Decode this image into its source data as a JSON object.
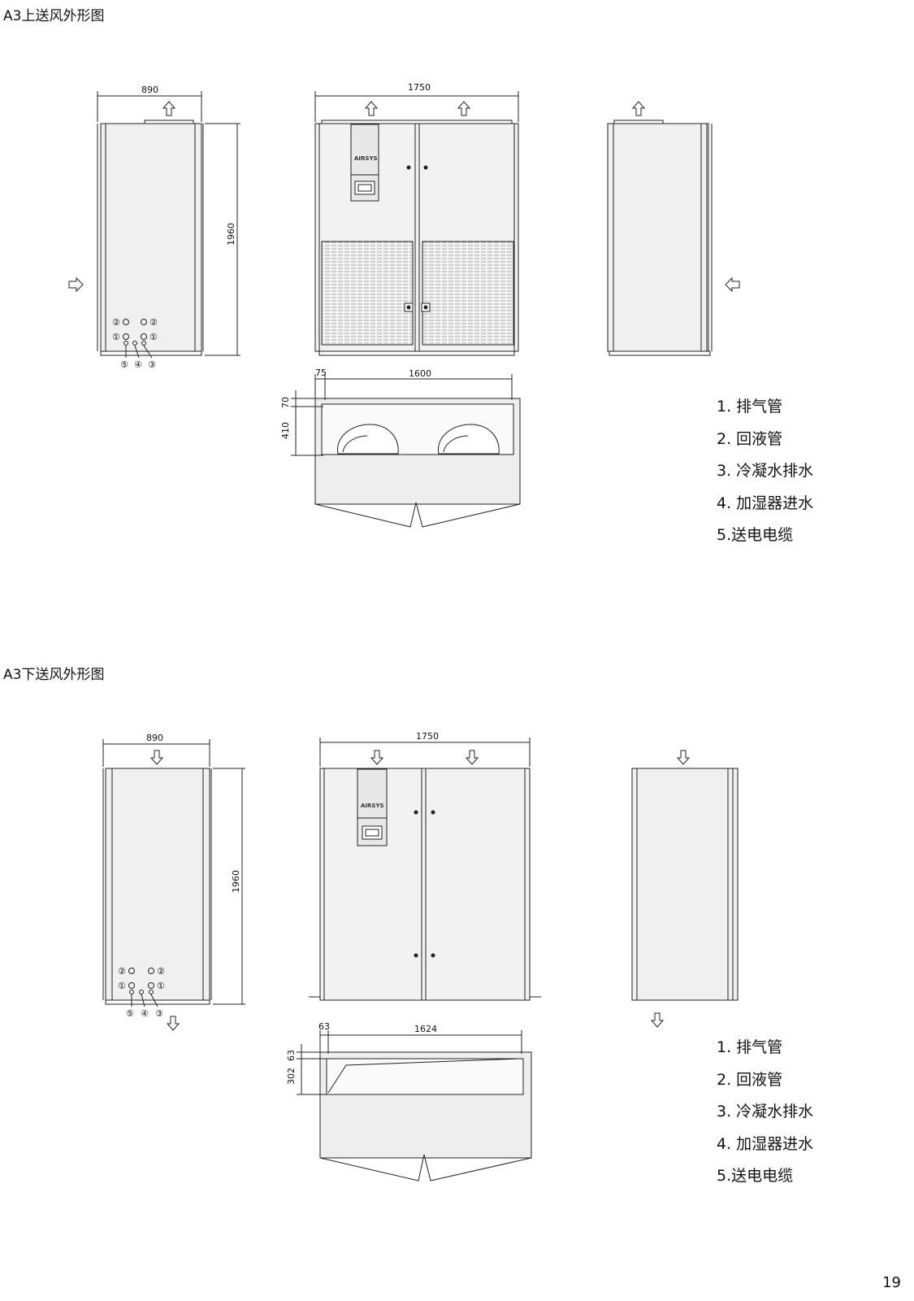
{
  "sections": {
    "upflow": {
      "title": "A3上送风外形图",
      "dims": {
        "side_width": "890",
        "front_width": "1750",
        "height": "1960",
        "plan_offset": "75",
        "plan_width": "1600",
        "plan_top": "70",
        "plan_depth": "410"
      }
    },
    "downflow": {
      "title": "A3下送风外形图",
      "dims": {
        "side_width": "890",
        "front_width": "1750",
        "height": "1960",
        "plan_offset": "63",
        "plan_width": "1624",
        "plan_top": "63",
        "plan_depth": "302"
      }
    }
  },
  "ports": {
    "discharge": "②",
    "liquid": "①",
    "drain_a": "⑤",
    "drain_b": "④",
    "drain_c": "③"
  },
  "logo_text": "AIRSYS",
  "legend_items": [
    "1. 排气管",
    "2. 回液管",
    "3. 冷凝水排水",
    "4. 加湿器进水",
    "5.送电电缆"
  ],
  "page_number": "19"
}
